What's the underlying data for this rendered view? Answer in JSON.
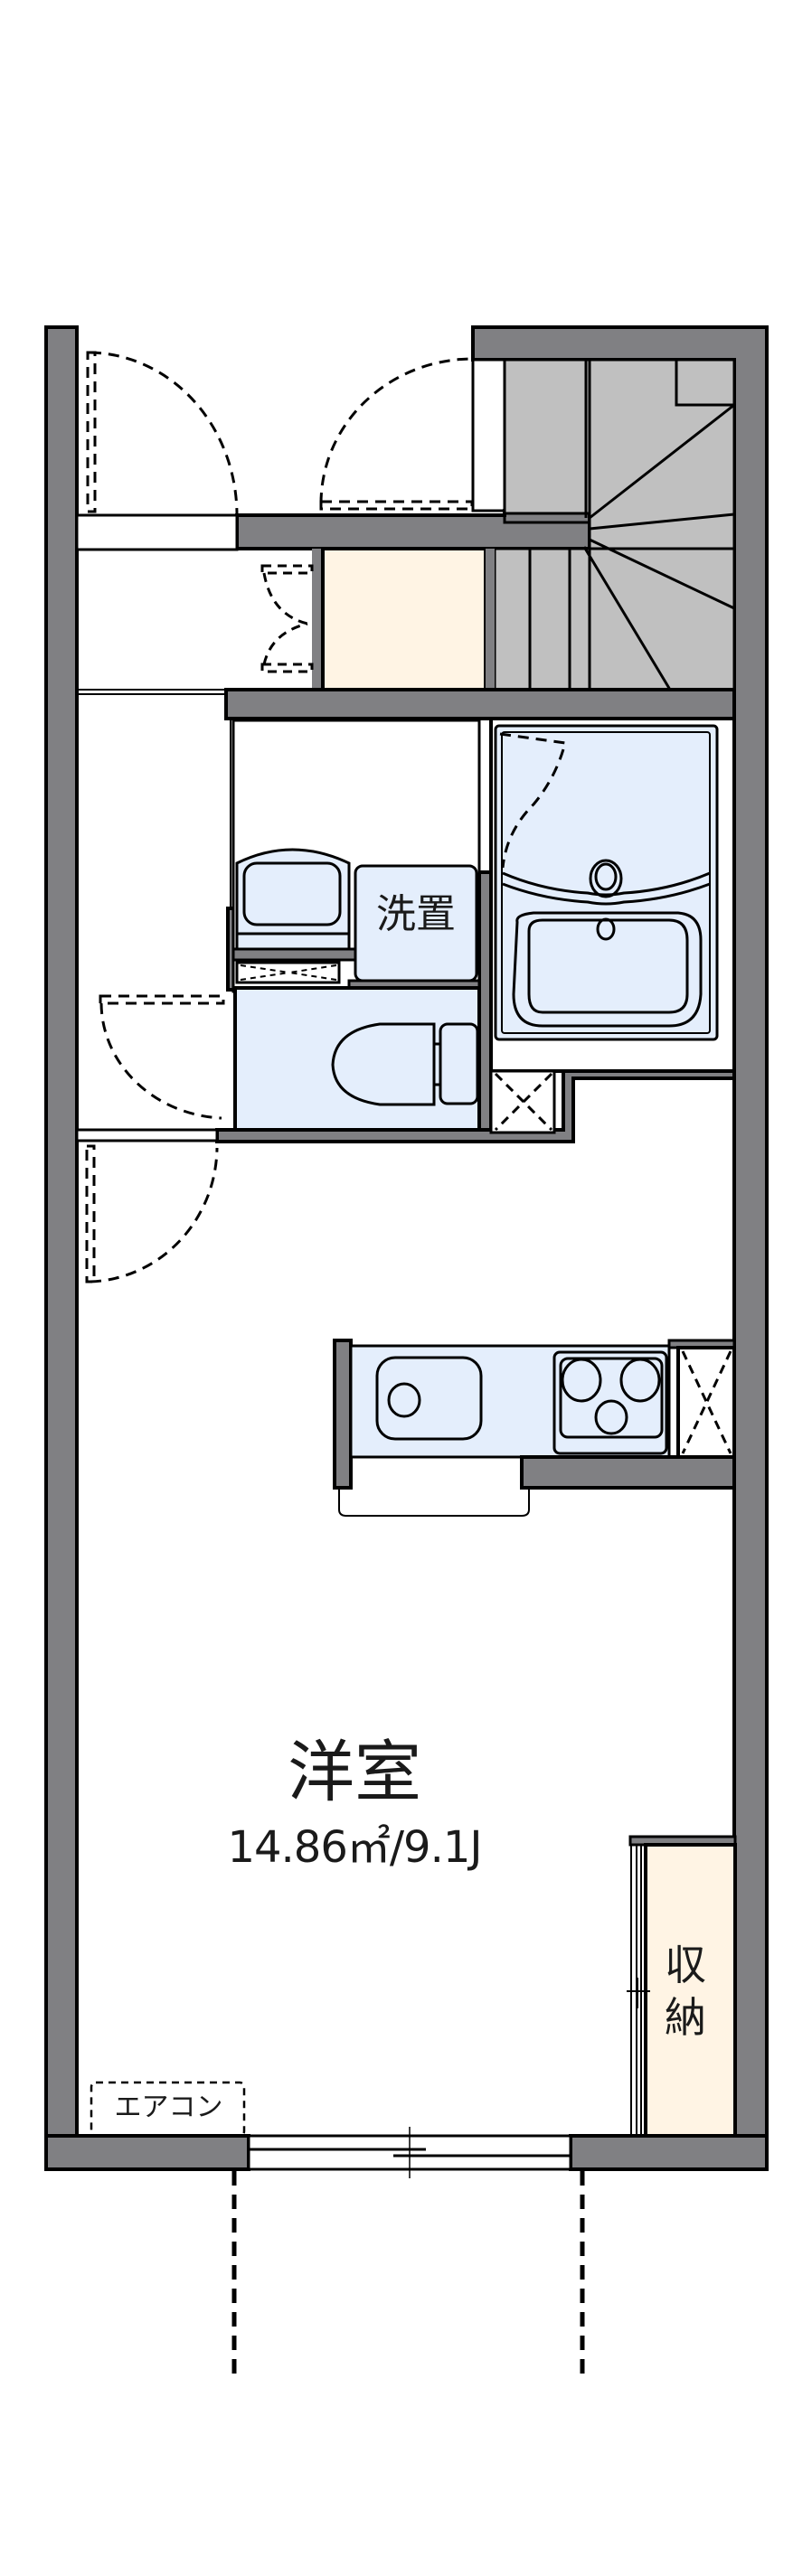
{
  "plan": {
    "type": "apartment floor plan (1K)",
    "colors": {
      "wall": "#808083",
      "outline": "#000000",
      "wet_area": "#e4eefc",
      "storage": "#fff4e4",
      "stairs": "#c0c0c0",
      "floor": "#ffffff"
    }
  },
  "rooms": {
    "main": {
      "name": "洋室",
      "area": "14.86㎡/9.1J"
    },
    "washer": {
      "label": "洗置"
    },
    "storage": {
      "label": "収納"
    },
    "aircon": {
      "label": "エアコン"
    }
  }
}
